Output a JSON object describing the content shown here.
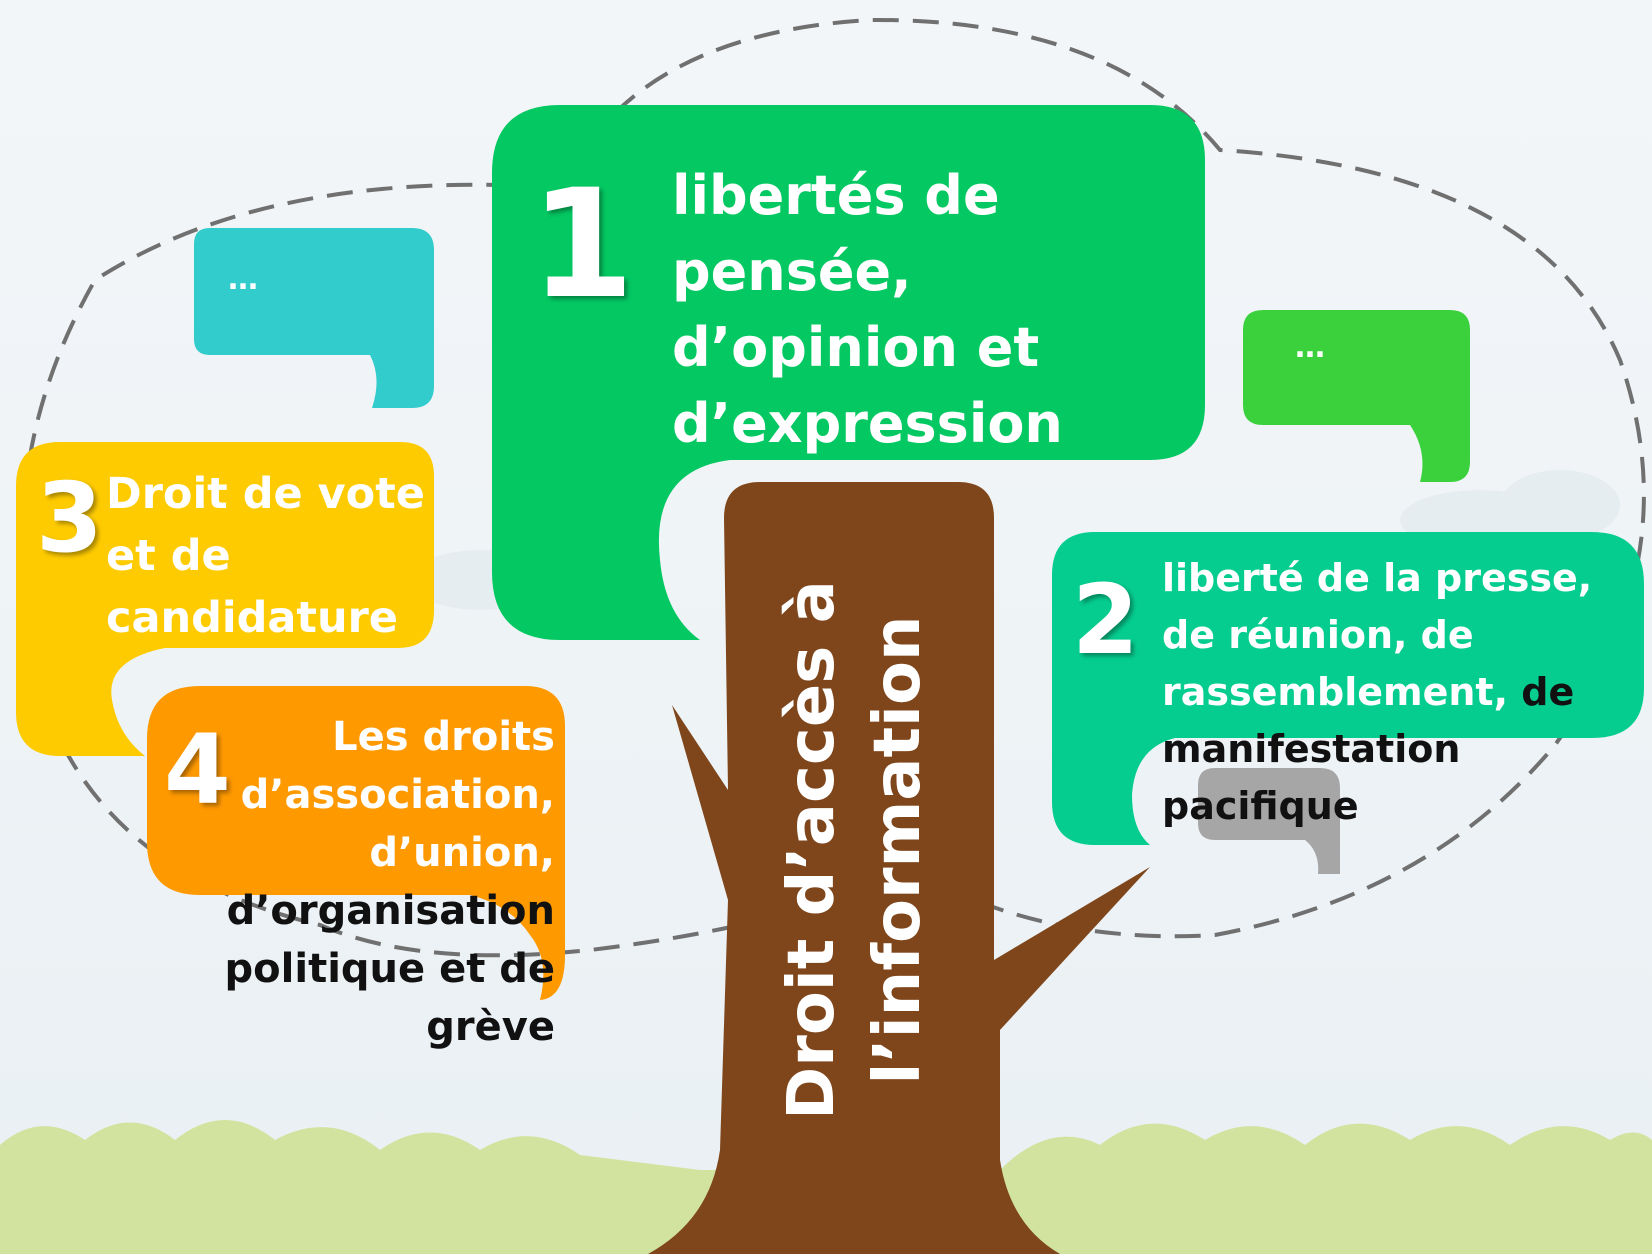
{
  "trunk": {
    "line1": "Droit d’accès à",
    "line2": "l’information"
  },
  "bubble1": {
    "number": "1",
    "lines": [
      "libertés de",
      "pensée,",
      "d’opinion et",
      "d’expression"
    ]
  },
  "bubble2": {
    "number": "2",
    "lines": [
      "liberté de la presse,",
      "de réunion, de"
    ],
    "line3_white": "rassemblement, ",
    "line3_dark": "de",
    "dark_lines": [
      "manifestation",
      "pacifique"
    ]
  },
  "bubble3": {
    "number": "3",
    "lines": [
      "Droit de vote",
      "et de",
      "candidature"
    ]
  },
  "bubble4": {
    "number": "4",
    "lines": [
      "Les droits",
      "d’association,",
      "d’union,"
    ],
    "dark_lines": [
      "d’organisation",
      "politique et de",
      "grève"
    ]
  },
  "small_bubble_left": {
    "text": "…"
  },
  "small_bubble_right": {
    "text": "…"
  },
  "colors": {
    "bubble1": "#04c862",
    "bubble2": "#05cd8f",
    "bubble3": "#fecb00",
    "bubble4": "#fe9900",
    "small_left": "#33cccc",
    "small_right": "#3ad13c",
    "small_gray": "#a6a6a6",
    "trunk": "#7f461c",
    "grass": "#d1e39e",
    "dashed_outline": "#707070"
  }
}
